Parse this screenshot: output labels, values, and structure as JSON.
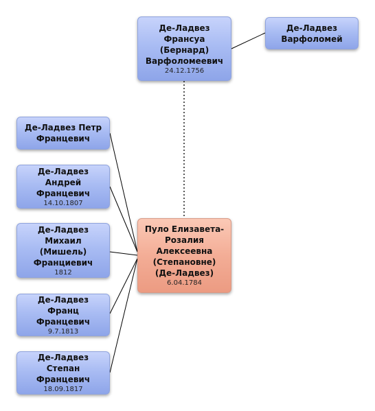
{
  "tree": {
    "father": {
      "name": "Де-Ладвез Франсуа (Бернард) Варфоломеевич",
      "date": "24.12.1756"
    },
    "grandfather": {
      "name": "Де-Ладвез Варфоломей",
      "date": ""
    },
    "mother": {
      "name": "Пуло Елизавета-Розалия Алексеевна (Степановне) (Де-Ладвез)",
      "date": "6.04.1784"
    },
    "children": [
      {
        "name": "Де-Ладвез Петр Францевич",
        "date": ""
      },
      {
        "name": "Де-Ладвез Андрей Францевич",
        "date": "14.10.1807"
      },
      {
        "name": "Де-Ладвез Михаил (Мишель) Франциевич",
        "date": "1812"
      },
      {
        "name": "Де-Ладвез Франц Францевич",
        "date": "9.7.1813"
      },
      {
        "name": "Де-Ладвез Степан Францевич",
        "date": "18.09.1817"
      }
    ]
  },
  "colors": {
    "male_node": "#a9bcf3",
    "female_node": "#f3ad96",
    "line": "#000000",
    "marriage_line": "#555555"
  }
}
